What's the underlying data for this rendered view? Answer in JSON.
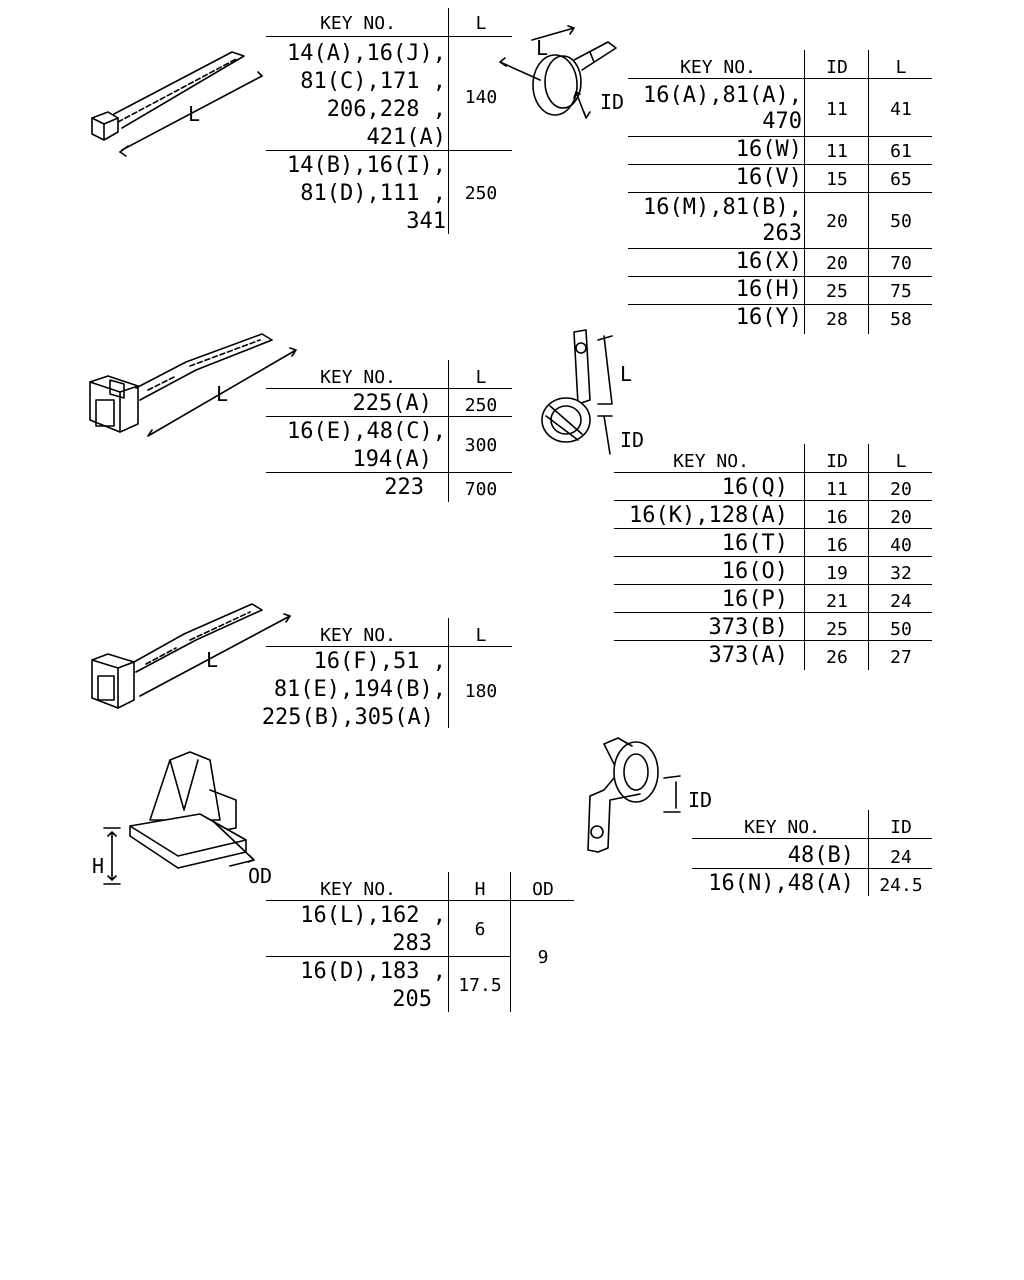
{
  "tables": {
    "t1": {
      "headers": [
        "KEY NO.",
        "L"
      ],
      "rows": [
        {
          "key": [
            "14(A),16(J),",
            "81(C),171 ,",
            "206,228 ,",
            "421(A)"
          ],
          "l": "140"
        },
        {
          "key": [
            "14(B),16(I),",
            "81(D),111 ,",
            "341"
          ],
          "l": "250"
        }
      ]
    },
    "t2": {
      "headers": [
        "KEY NO.",
        "ID",
        "L"
      ],
      "rows": [
        {
          "key": [
            "16(A),81(A),",
            "470"
          ],
          "id": "11",
          "l": "41"
        },
        {
          "key": [
            "16(W)"
          ],
          "id": "11",
          "l": "61"
        },
        {
          "key": [
            "16(V)"
          ],
          "id": "15",
          "l": "65"
        },
        {
          "key": [
            "16(M),81(B),",
            "263"
          ],
          "id": "20",
          "l": "50"
        },
        {
          "key": [
            "16(X)"
          ],
          "id": "20",
          "l": "70"
        },
        {
          "key": [
            "16(H)"
          ],
          "id": "25",
          "l": "75"
        },
        {
          "key": [
            "16(Y)"
          ],
          "id": "28",
          "l": "58"
        }
      ]
    },
    "t3": {
      "headers": [
        "KEY NO.",
        "L"
      ],
      "rows": [
        {
          "key": [
            "225(A)"
          ],
          "l": "250"
        },
        {
          "key": [
            "16(E),48(C),",
            "194(A)"
          ],
          "l": "300"
        },
        {
          "key": [
            "223"
          ],
          "l": "700"
        }
      ]
    },
    "t4": {
      "headers": [
        "KEY NO.",
        "ID",
        "L"
      ],
      "rows": [
        {
          "key": [
            "16(Q)"
          ],
          "id": "11",
          "l": "20"
        },
        {
          "key": [
            "16(K),128(A)"
          ],
          "id": "16",
          "l": "20"
        },
        {
          "key": [
            "16(T)"
          ],
          "id": "16",
          "l": "40"
        },
        {
          "key": [
            "16(O)"
          ],
          "id": "19",
          "l": "32"
        },
        {
          "key": [
            "16(P)"
          ],
          "id": "21",
          "l": "24"
        },
        {
          "key": [
            "373(B)"
          ],
          "id": "25",
          "l": "50"
        },
        {
          "key": [
            "373(A)"
          ],
          "id": "26",
          "l": "27"
        }
      ]
    },
    "t5": {
      "headers": [
        "KEY NO.",
        "L"
      ],
      "rows": [
        {
          "key": [
            "16(F),51 ,",
            "81(E),194(B),",
            "225(B),305(A)"
          ],
          "l": "180"
        }
      ]
    },
    "t6": {
      "headers": [
        "KEY NO.",
        "ID"
      ],
      "rows": [
        {
          "key": [
            "48(B)"
          ],
          "id": "24"
        },
        {
          "key": [
            "16(N),48(A)"
          ],
          "id": "24.5"
        }
      ]
    },
    "t7": {
      "headers": [
        "KEY NO.",
        "H",
        "OD"
      ],
      "rows": [
        {
          "key": [
            "16(L),162 ,",
            "283"
          ],
          "h": "6"
        },
        {
          "key": [
            "16(D),183 ,",
            "205"
          ],
          "h": "17.5"
        }
      ],
      "od": "9"
    }
  },
  "labels": {
    "l": "L",
    "id": "ID",
    "h": "H",
    "od": "OD"
  }
}
